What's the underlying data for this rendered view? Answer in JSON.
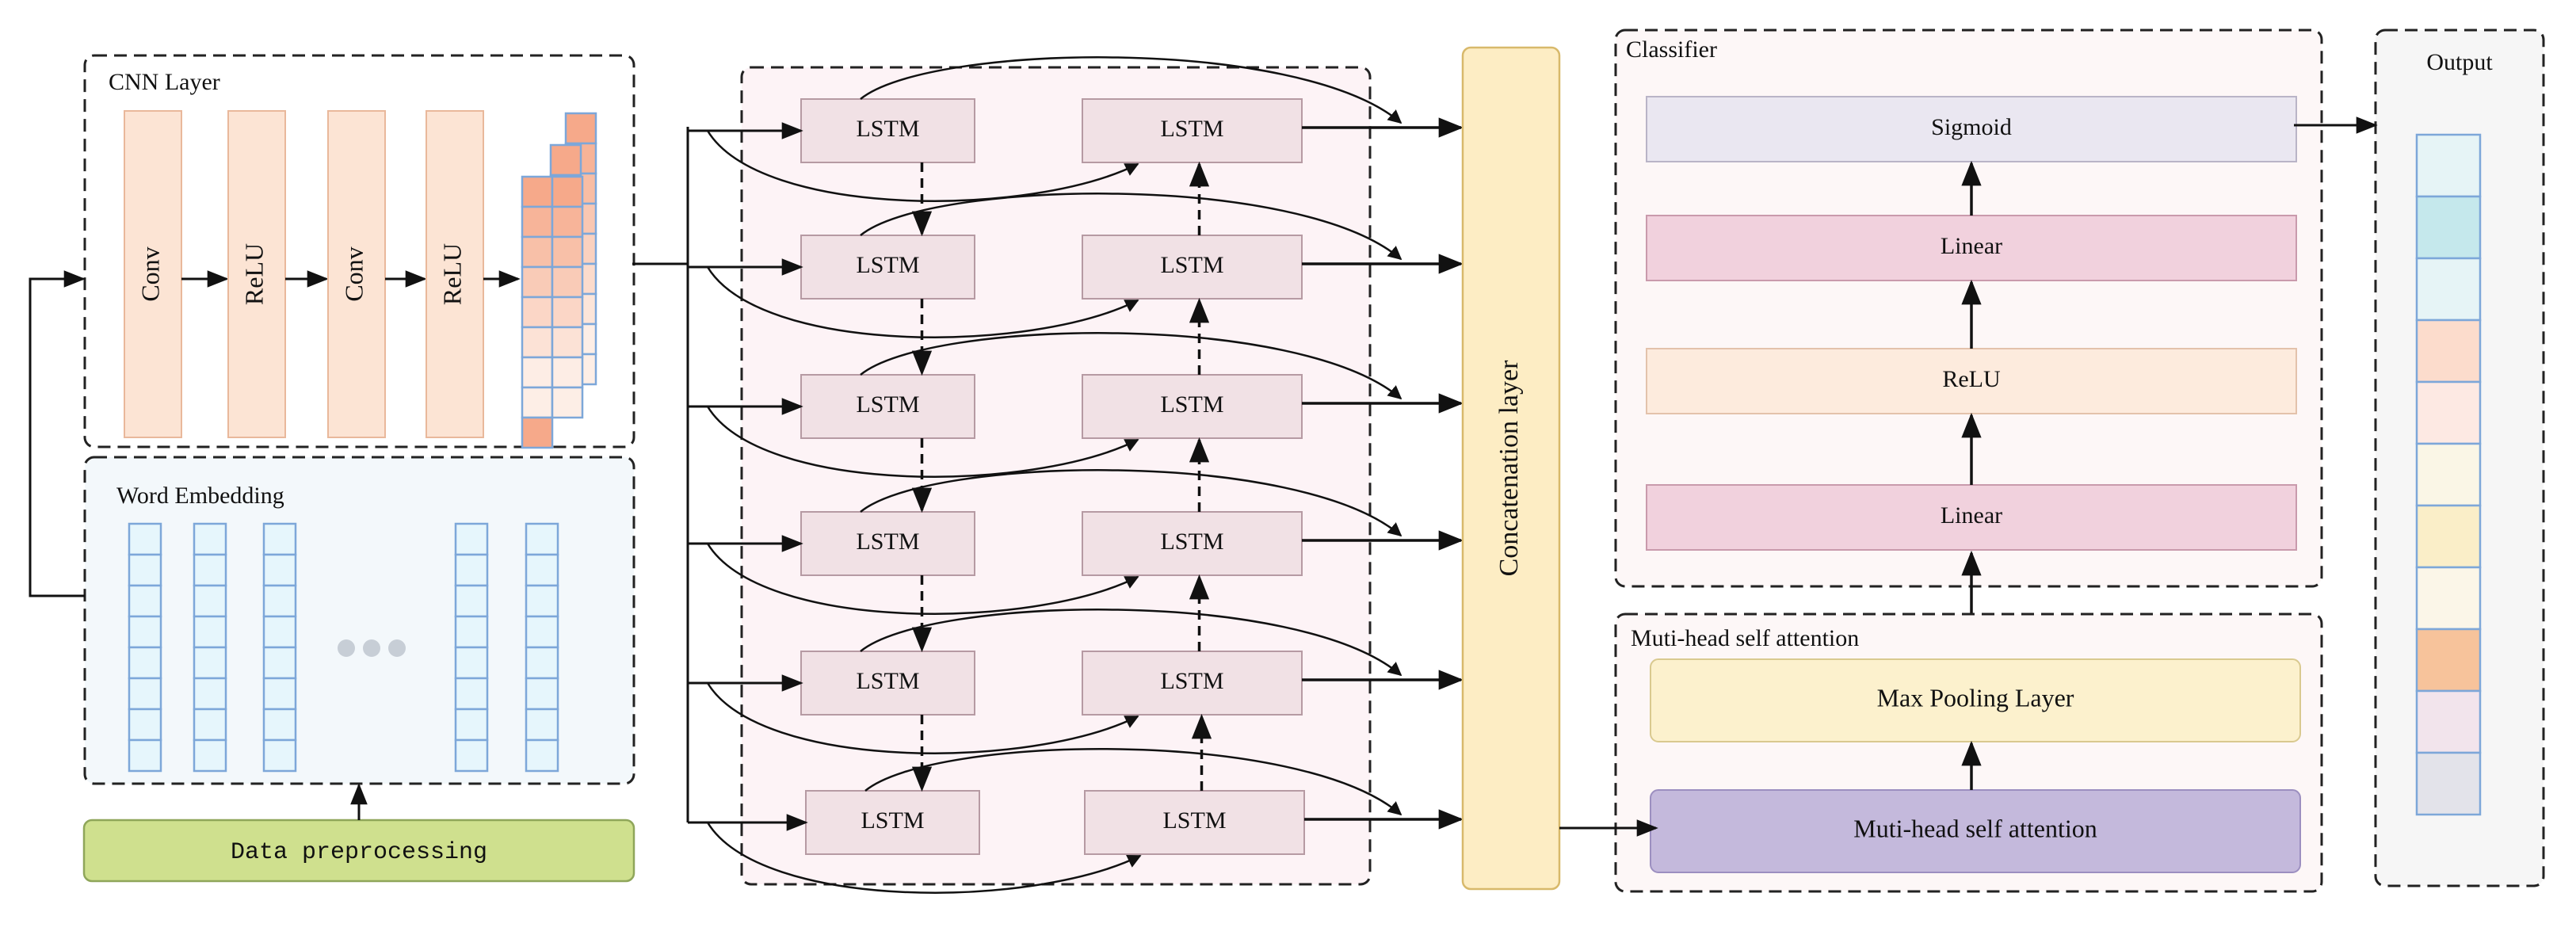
{
  "panels": {
    "cnn": {
      "title": "CNN Layer",
      "blocks": [
        "Conv",
        "ReLU",
        "Conv",
        "ReLU"
      ]
    },
    "embedding": {
      "title": "Word Embedding"
    },
    "preprocess": {
      "label": "Data preprocessing"
    },
    "lstm": {
      "cell_label": "LSTM"
    },
    "concat": {
      "label": "Concatenation layer"
    },
    "classifier": {
      "title": "Classifier",
      "layers": [
        "Sigmoid",
        "Linear",
        "ReLU",
        "Linear"
      ]
    },
    "attention": {
      "title": "Muti-head self attention",
      "layers": [
        "Max Pooling Layer",
        "Muti-head self attention"
      ]
    },
    "output": {
      "title": "Output"
    }
  },
  "colors": {
    "cnn_block": "#fce4d4",
    "cnn_block_border": "#e9b89b",
    "feature_map_dark": "#f6a98a",
    "feature_map_light": "#fdeee6",
    "grid_border": "#7da7d9",
    "embedding_bg": "#f3f8fb",
    "embedding_cell": "#e6f6fc",
    "preprocess": "#cfe08e",
    "preprocess_border": "#8fa65a",
    "lstm_panel_bg": "#fdf3f6",
    "lstm_cell": "#f1e1e5",
    "concat": "#fdedc4",
    "concat_border": "#d8b96b",
    "classifier_bg": "#fdf7f7",
    "sigmoid": "#eae7f1",
    "linear": "#f1d1dd",
    "relu": "#fdebdd",
    "maxpool": "#fcf1cd",
    "attention_bg": "#fdf7f7",
    "mhsa": "#c4b9dc",
    "output_bg": "#f6f6f6"
  },
  "output_vector": [
    "#e6f4f6",
    "#c5e8ec",
    "#e6f4f6",
    "#fcdccc",
    "#fde9e3",
    "#faf6e6",
    "#faeec8",
    "#fbf6e8",
    "#f7c39b",
    "#f2e4ec",
    "#e3e3ea"
  ],
  "icons": {
    "ellipsis": "ellipsis-dots-icon"
  }
}
